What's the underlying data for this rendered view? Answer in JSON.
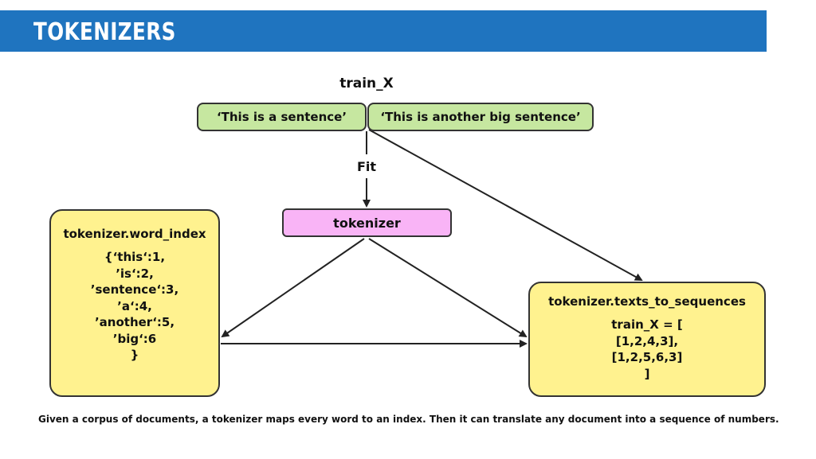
{
  "header": {
    "title": "TOKENIZERS",
    "bar_color": "#1f74bf"
  },
  "diagram": {
    "train_label": "train_X",
    "sentences": [
      "‘This is a sentence’",
      "‘This is another big sentence’"
    ],
    "fit_label": "Fit",
    "tokenizer_label": "tokenizer",
    "word_index": {
      "title": "tokenizer.word_index",
      "lines": [
        "{‘this‘:1,",
        "’is‘:2,",
        "’sentence‘:3,",
        "’a‘:4,",
        "’another‘:5,",
        "’big‘:6",
        "}"
      ]
    },
    "texts_to_sequences": {
      "title": "tokenizer.texts_to_sequences",
      "lines": [
        "train_X = [",
        "[1,2,4,3],",
        "[1,2,5,6,3]",
        "]"
      ]
    },
    "colors": {
      "sentence_fill": "#c6e7a0",
      "tokenizer_fill": "#f9b4f6",
      "output_fill": "#fff28f"
    }
  },
  "caption": "Given a corpus of documents, a tokenizer maps every word to an index. Then it can translate any document into a sequence of numbers."
}
